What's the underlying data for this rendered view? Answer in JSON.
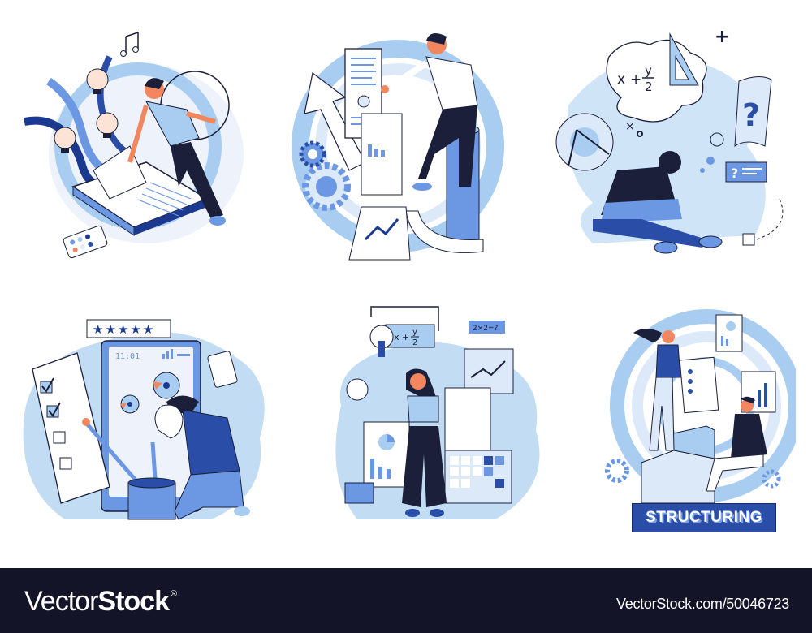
{
  "illustration": {
    "scenes": [
      {
        "id": "reading-book",
        "description": "Man flipping pages of an open book with lightbulbs and music note"
      },
      {
        "id": "sitting-on-chart",
        "description": "Man sitting on a bar column holding a document, gears and growth arrow"
      },
      {
        "id": "confused-math",
        "description": "Person sitting with head in hands, thought bubble with math formula and question marks",
        "formula": {
          "x": "x",
          "plus": "+",
          "numerator": "y",
          "denominator": "2"
        },
        "question_mark": "?",
        "plus_sign": "+",
        "times_sign": "×"
      },
      {
        "id": "creative-app",
        "description": "Person kneeling with lightbulb next to a large phone, checklist and paint brush",
        "rating_stars": "★★★★★",
        "phone_time": "11:01"
      },
      {
        "id": "data-analysis",
        "description": "Woman thinking among charts, formulas and a grid calendar",
        "formula": {
          "x": "x",
          "plus": "+",
          "numerator": "y",
          "denominator": "2"
        },
        "equation": "2×2=?"
      },
      {
        "id": "structuring",
        "description": "Two people on stairs with clipboard and charts",
        "banner_label": "STRUCTURING"
      }
    ]
  },
  "colors": {
    "dark_navy": "#1b1f3a",
    "royal_blue": "#2a4ea8",
    "mid_blue": "#6b97e3",
    "light_blue": "#a8cdf0",
    "pale_blue": "#dce9f8",
    "skin": "#f2875f",
    "footer_bg": "#131428"
  },
  "footer": {
    "brand_light": "Vector",
    "brand_bold": "Stock",
    "brand_mark": "®",
    "stock_id": "VectorStock.com/50046723"
  }
}
